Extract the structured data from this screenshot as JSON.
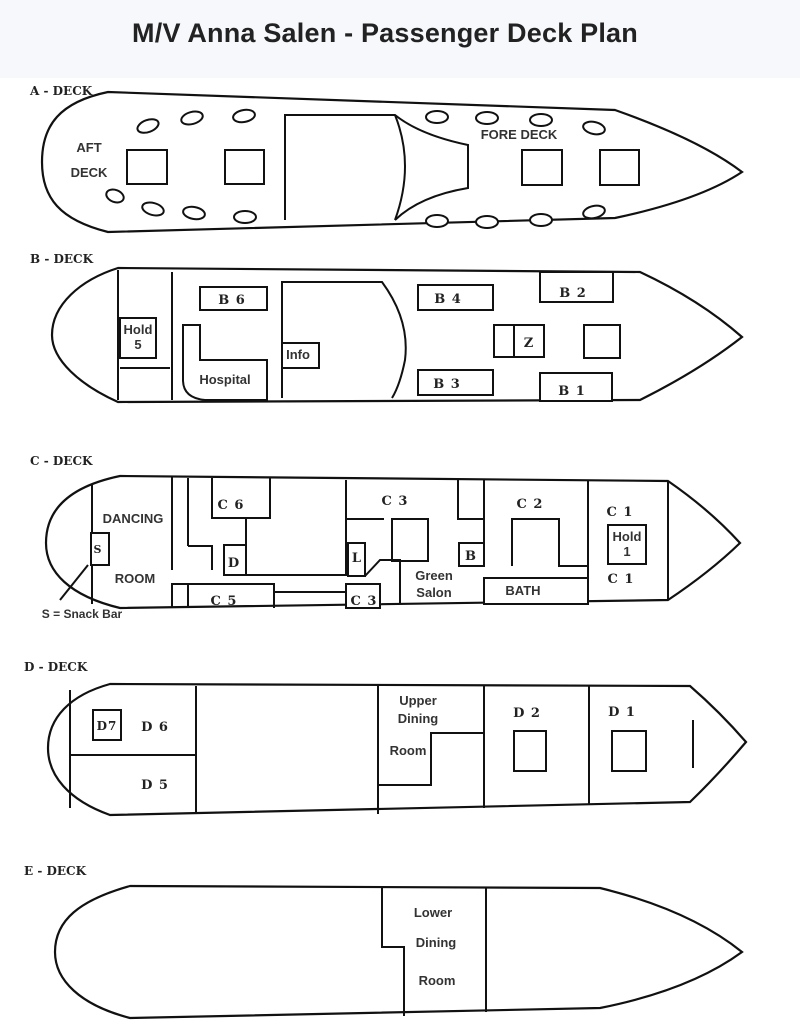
{
  "title": "M/V Anna Salen - Passenger Deck Plan",
  "decks": {
    "a": {
      "label": "A - DECK",
      "rooms": {
        "aft_deck_1": "AFT",
        "aft_deck_2": "DECK",
        "fore_deck": "FORE DECK"
      }
    },
    "b": {
      "label": "B - DECK",
      "rooms": {
        "b6": "B 6",
        "b4": "B 4",
        "b2": "B 2",
        "hold5_1": "Hold",
        "hold5_2": "5",
        "info": "Info",
        "z": "Z",
        "hospital": "Hospital",
        "b3": "B 3",
        "b1": "B 1"
      }
    },
    "c": {
      "label": "C - DECK",
      "rooms": {
        "dancing": "DANCING",
        "room": "ROOM",
        "s": "S",
        "c6": "C 6",
        "d": "D",
        "c3_top": "C 3",
        "c2": "C 2",
        "c1_top": "C 1",
        "hold1_1": "Hold",
        "hold1_2": "1",
        "l": "L",
        "b": "B",
        "green": "Green",
        "salon": "Salon",
        "bath": "BATH",
        "c5": "C 5",
        "c3_bottom": "C 3",
        "c1_bottom": "C 1"
      },
      "callout": "S = Snack Bar"
    },
    "d": {
      "label": "D - DECK",
      "rooms": {
        "d7": "D7",
        "d6": "D 6",
        "d5": "D 5",
        "upper": "Upper",
        "dining": "Dining",
        "room": "Room",
        "d2": "D 2",
        "d1": "D 1"
      }
    },
    "e": {
      "label": "E - DECK",
      "rooms": {
        "lower": "Lower",
        "dining": "Dining",
        "room": "Room"
      }
    }
  }
}
